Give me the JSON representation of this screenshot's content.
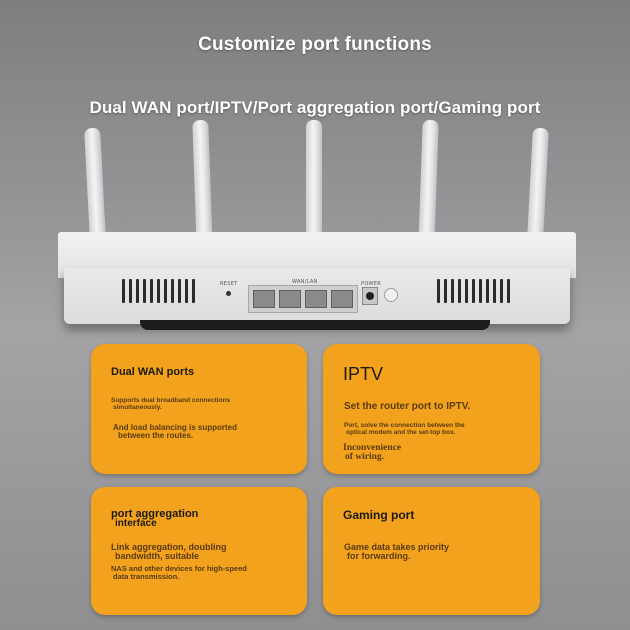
{
  "headline": "Customize port functions",
  "subheadline": "Dual WAN port/IPTV/Port aggregation port/Gaming port",
  "router": {
    "reset_label": "RESET",
    "ports_label": "WAN/LAN",
    "power_label": "POWER"
  },
  "cards": {
    "dual_wan": {
      "title": "Dual WAN ports",
      "line1": "Supports dual broadband connections",
      "line2": "simultaneously.",
      "line3": "And load balancing is supported",
      "line4": "between the routes."
    },
    "iptv": {
      "title": "IPTV",
      "subtitle": "Set the router port to IPTV.",
      "line1": "Port, solve the connection between the",
      "line2": "optical modem and the set-top box.",
      "line3": "Inconvenience",
      "line4": "of wiring."
    },
    "aggregation": {
      "title1": "port aggregation",
      "title2": "interface",
      "line1": "Link aggregation, doubling",
      "line2": "bandwidth, suitable",
      "line3": "NAS and other devices for high-speed",
      "line4": "data transmission."
    },
    "gaming": {
      "title": "Gaming port",
      "line1": "Game data takes priority",
      "line2": "for forwarding."
    }
  },
  "colors": {
    "card": "#f2a21d",
    "headline": "#ffffff"
  }
}
